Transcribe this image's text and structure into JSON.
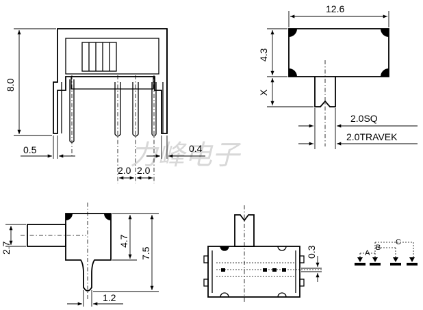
{
  "labels": {
    "front_height": "8.0",
    "front_offset": "0.5",
    "front_pin_thickness": "0.4",
    "front_pitch_a": "2.0",
    "front_pitch_b": "2.0",
    "top_length": "12.6",
    "top_width": "4.3",
    "top_x": "X",
    "actuator_square": "2.0SQ",
    "actuator_travel": "2.0TRAVEK",
    "side_actuator_height": "2.7",
    "side_body_height": "4.7",
    "side_total_height": "7.5",
    "side_pin_width": "1.2",
    "bottom_gap": "0.3",
    "legend_a": "A",
    "legend_b": "B",
    "legend_c": "C"
  },
  "watermark": "力峰电子",
  "colors": {
    "ink": "#000000",
    "watermark": "#d8d8d8",
    "background": "#ffffff"
  }
}
